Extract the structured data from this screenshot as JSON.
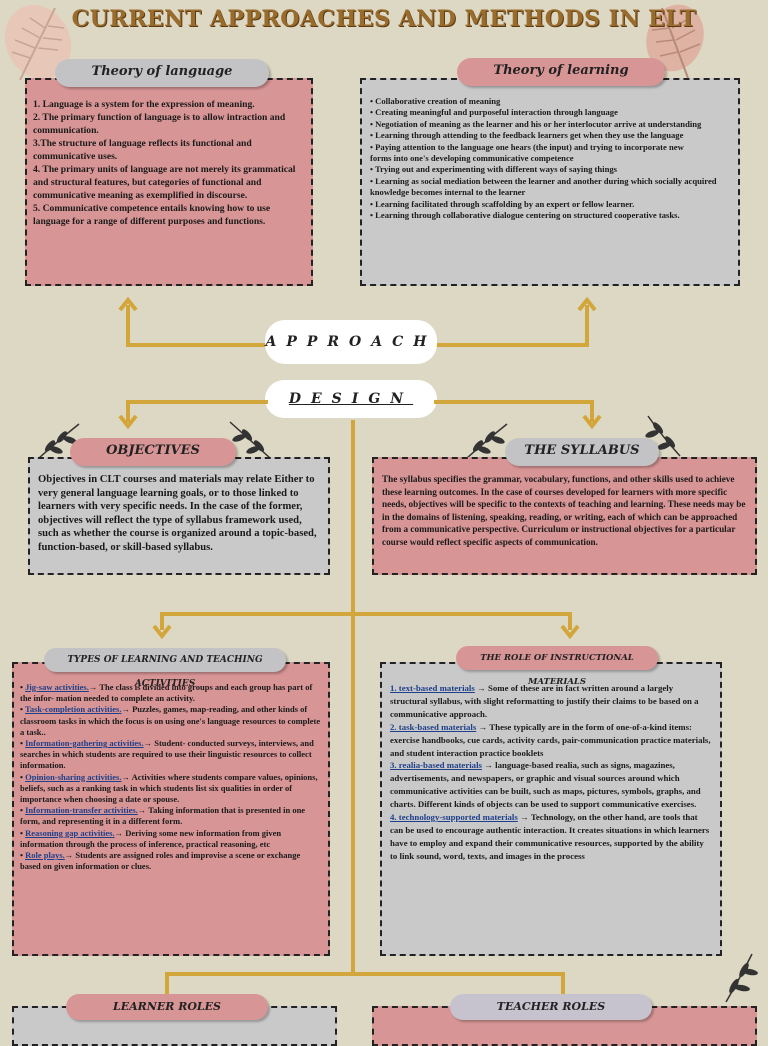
{
  "title": "CURRENT APPROACHES AND METHODS IN ELT",
  "approach_label": "APPROACH",
  "design_label": "DESIGN",
  "theory_language": {
    "heading": "Theory of language",
    "items": [
      "1. Language is a system for the expression of meaning.",
      "2. The primary function of language is to allow intraction and communication.",
      "3.The structure of language reflects its functional and communicative uses.",
      "4. The primary units of language are not merely its grammatical and structural features, but categories of functional and communicative meaning as exemplified in discourse.",
      "5. Communicative competence entails knowing how to use language for a range of different purposes and functions."
    ]
  },
  "theory_learning": {
    "heading": "Theory of learning",
    "items": [
      "• Collaborative creation of meaning",
      "• Creating meaningful and purposeful interaction through language",
      "• Negotiation of meaning as the learner and his or her interlocutor arrive at understanding",
      "• Learning through attending to the feedback learners get when they use the language",
      "• Paying attention to the language one hears (the input) and trying to incorporate new",
      "forms into one's developing communicative competence",
      "• Trying out and experimenting with different ways of saying things",
      "• Learning as social mediation between the learner and another during which socially acquired knowledge becomes internal to the learner",
      "• Learning facilitated through scaffolding by an expert or fellow learner.",
      "• Learning through collaborative dialogue centering on structured cooperative tasks."
    ]
  },
  "objectives": {
    "heading": "OBJECTIVES",
    "text": "Objectives in CLT courses and materials may relate Either to very general language learning goals, or to those linked to learners with very specific needs. In the case of the former, objectives will reflect the type of syllabus framework used, such as whether the course is organized around a topic-based, function-based, or skill-based syllabus."
  },
  "syllabus": {
    "heading": "THE SYLLABUS",
    "text": "The syllabus specifies the grammar, vocabulary, functions, and other skills used to achieve these learning outcomes. In the case of courses developed for learners with more specific needs, objectives will be specific to the contexts of teaching and learning. These needs may be in the domains of listening, speaking, reading, or writing, each of which can be approached from a communicative perspective. Curriculum or instructional objectives for a particular course would reflect specific aspects of communication."
  },
  "activities": {
    "heading": "TYPES OF LEARNING AND TEACHING ACTIVITIES",
    "items": [
      {
        "term": "Jig-saw activities.",
        "desc": "→ The class is divided into groups and each group has part of the infor- mation needed to complete an activity."
      },
      {
        "term": "Task-completion activities.",
        "desc": "→ Puzzles, games, map-reading, and other kinds of classroom tasks in which the focus is on using one's language resources to complete a task.."
      },
      {
        "term": "Information-gathering activities.",
        "desc": "→ Student- conducted surveys, interviews, and searches in which students are required to use their linguistic resources to collect information."
      },
      {
        "term": "Opinion-sharing activities.",
        "desc": "→ Activities where students compare values, opinions, beliefs, such as a ranking task in which students list six qualities in order of importance when choosing a date or spouse."
      },
      {
        "term": "Information-transfer activities.",
        "desc": "→ Taking information that is presented in one form, and representing it in a different form."
      },
      {
        "term": "Reasoning gap activities.",
        "desc": "→ Deriving some new information from given information through the process of inference, practical reasoning, etc"
      },
      {
        "term": "Role plays.",
        "desc": "→ Students are assigned roles and improvise a scene or exchange based on given information or clues."
      }
    ]
  },
  "materials": {
    "heading": "THE ROLE OF INSTRUCTIONAL MATERIALS",
    "items": [
      {
        "term": "1. text-based materials",
        "desc": "→ Some of these are in fact written around a largely structural syllabus, with slight reformatting to justify their claims to be based on a communicative approach."
      },
      {
        "term": "2. task-based materials",
        "desc": "→ These typically are in the form of one-of-a-kind items: exercise handbooks, cue cards, activity cards, pair-communication practice materials, and student interaction practice booklets"
      },
      {
        "term": "3. realia-based materials",
        "desc": "→ language-based realia, such as signs, magazines, advertisements, and newspapers, or graphic and visual sources around which communicative activities can be built, such as maps, pictures, symbols, graphs, and charts. Different kinds of objects can be used to support communicative exercises."
      },
      {
        "term": "4. technology-supported materials",
        "desc": "→ Technology, on the other hand, are tools that can be used to encourage authentic interaction. It creates situations in which learners have to employ and expand their communicative resources, supported by the ability to link sound, word, texts, and images in the process"
      }
    ]
  },
  "learner_roles": {
    "heading": "LEARNER ROLES"
  },
  "teacher_roles": {
    "heading": "TEACHER ROLES"
  },
  "colors": {
    "background": "#ddd8c3",
    "pink": "#d89596",
    "gray": "#c9c9c9",
    "connector": "#d3a63b"
  }
}
